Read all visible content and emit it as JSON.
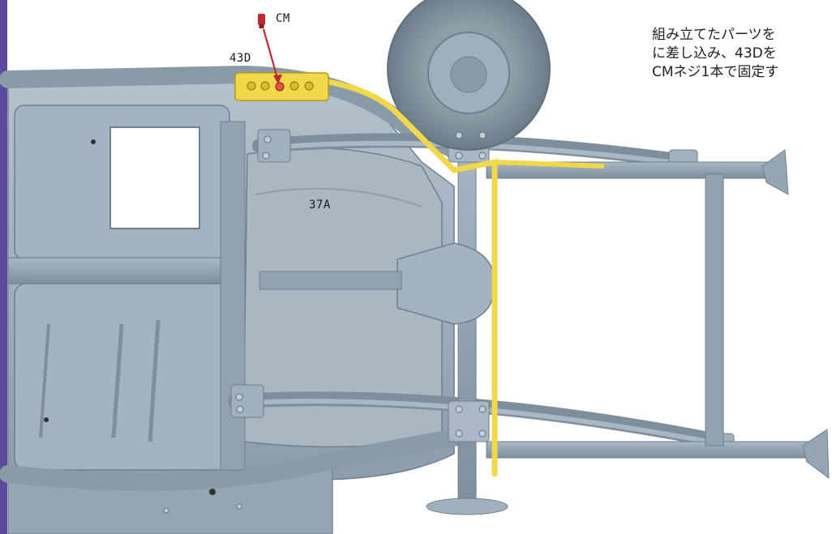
{
  "labels": {
    "screw": "CM",
    "bracket": "43D",
    "tank": "37A"
  },
  "instruction": {
    "line1": "組み立てたパーツを",
    "line2": "に差し込み、43Dを",
    "line3": "CMネジ1本で固定す"
  },
  "colors": {
    "chassis": "#9fb0bd",
    "chassis_dark": "#6e808d",
    "highlight": "#f0d84a",
    "arrow": "#c0282f",
    "rail": "#5b4a9c"
  }
}
